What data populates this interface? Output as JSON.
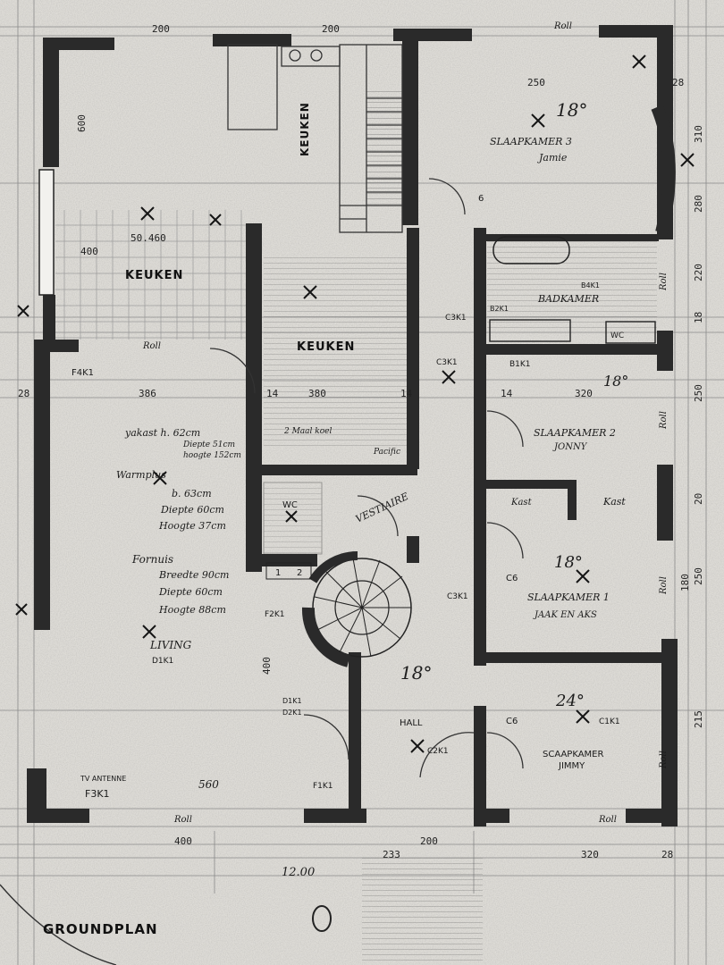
{
  "plan": {
    "title": "GROUNDPLAN",
    "rooms": {
      "keuken_left": "KEUKEN",
      "keuken_center": "KEUKEN",
      "keuken_vertical": "KEUKEN",
      "slaapkamer3": "SLAAPKAMER 3",
      "slaapkamer3_name": "Jamie",
      "badkamer": "BADKAMER",
      "slaapkamer2": "SLAAPKAMER 2",
      "slaapkamer2_name": "JONNY",
      "kast": "Kast",
      "kast2": "Kast",
      "slaapkamer1": "SLAAPKAMER 1",
      "slaapkamer1_name": "JAAK EN AKS",
      "slaapkamer_jimmy": "SCAAPKAMER",
      "jimmy_name": "JIMMY",
      "wc": "WC",
      "wc2": "WC",
      "vestiaire": "VESTIAIRE",
      "hall": "HALL",
      "living": "LIVING"
    },
    "temps": {
      "bedroom3": "18°",
      "bedroom2": "18°",
      "bedroom1": "18°",
      "hall": "18°",
      "jimmy": "24°"
    },
    "dimensions": {
      "top_200a": "200",
      "top_200b": "200",
      "left_600": "600",
      "keuken_400": "400",
      "keuken_size": "50.460",
      "d386": "386",
      "d28a": "28",
      "d14a": "14",
      "d380": "380",
      "d14b": "14",
      "d14c": "14",
      "d320": "320",
      "d250": "250",
      "d310": "310",
      "d280": "280",
      "d220": "220",
      "d18a": "18",
      "d250b": "250",
      "d20": "20",
      "d250c": "250",
      "d180": "180",
      "d215": "215",
      "d28b": "28",
      "d400": "400",
      "d560": "560",
      "d1200": "12.00",
      "d233": "233",
      "d320b": "320",
      "d200b": "200",
      "d400b": "400",
      "d28c": "28"
    },
    "roll_labels": [
      "Roll",
      "Roll",
      "Roll",
      "Roll",
      "Roll",
      "Roll",
      "Roll",
      "Roll"
    ],
    "sockets": {
      "f4k1": "F4K1",
      "f2k1": "F2K1",
      "f1k1": "F1K1",
      "f3k1": "F3K1",
      "tv": "TV ANTENNE",
      "c3k1a": "C3K1",
      "c3k1b": "C3K1",
      "c3k1c": "C3K1",
      "c6": "C6",
      "c6b": "C6",
      "c1k1": "C1K1",
      "c2k1": "C2K1",
      "d1k1": "D1K1",
      "d2k1": "D2K1",
      "d1k1_living": "D1K1",
      "b4k1": "B4K1",
      "b2k1": "B2K1",
      "b1k1": "B1K1",
      "c6c": "6"
    },
    "notes": {
      "yakast": "yakast h. 62cm",
      "diepte51": "Diepte 51cm",
      "hoogte152": "hoogte 152cm",
      "warmplus": "Warmplus",
      "b63": "b. 63cm",
      "d60": "Diepte 60cm",
      "h37": "Hoogte 37cm",
      "fornuis": "Fornuis",
      "b90": "Breedte 90cm",
      "d60b": "Diepte 60cm",
      "h88": "Hoogte 88cm",
      "koelkast": "2 Maal koel",
      "pacific": "Pacific"
    },
    "stair_nums": [
      "1",
      "2"
    ]
  }
}
